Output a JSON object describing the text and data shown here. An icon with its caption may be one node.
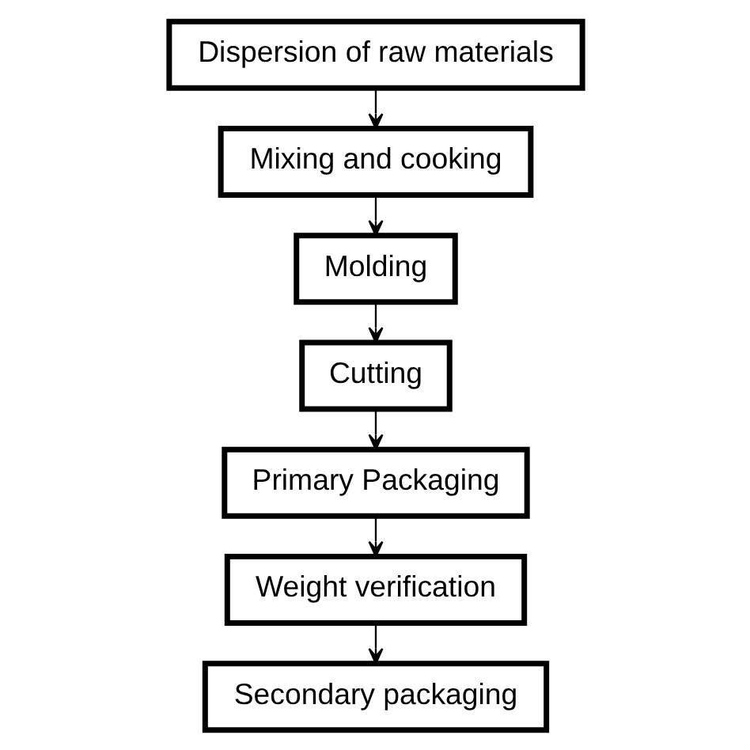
{
  "diagram": {
    "nodes": [
      {
        "text": [
          "Dispersion of raw materials"
        ]
      },
      {
        "text": [
          "Mixing and cooking"
        ]
      },
      {
        "text": [
          "Molding"
        ]
      },
      {
        "text": [
          "Cutting"
        ]
      },
      {
        "text": [
          "Primary Packaging"
        ]
      },
      {
        "text": [
          "Weight verification"
        ]
      },
      {
        "text": [
          "Secondary packaging"
        ]
      }
    ],
    "edges": [
      {
        "from": 0,
        "to": 1,
        "arrow": "to"
      },
      {
        "from": 1,
        "to": 2,
        "arrow": "to"
      },
      {
        "from": 2,
        "to": 3,
        "arrow": "to"
      },
      {
        "from": 3,
        "to": 4,
        "arrow": "to"
      },
      {
        "from": 4,
        "to": 5,
        "arrow": "to"
      },
      {
        "from": 5,
        "to": 6,
        "arrow": "to"
      }
    ]
  }
}
